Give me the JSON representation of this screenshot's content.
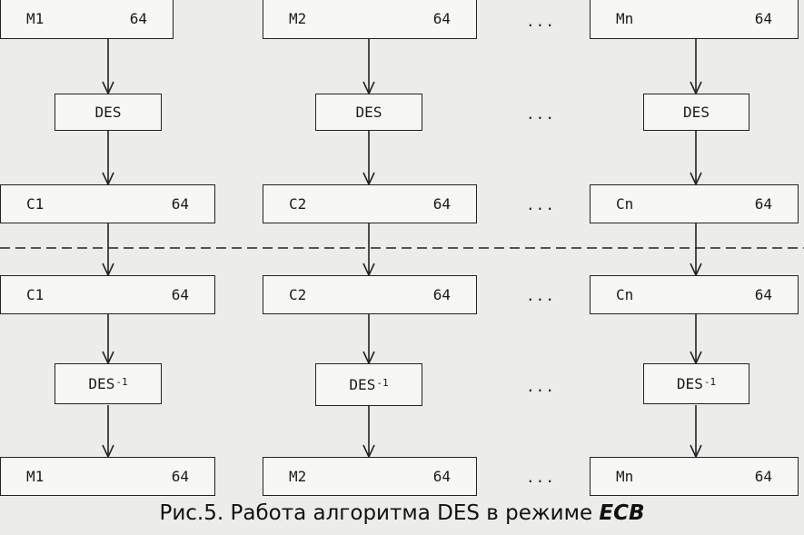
{
  "columns": [
    {
      "plain_in": {
        "label": "M1",
        "bits": "64"
      },
      "encrypt": {
        "label": "DES"
      },
      "cipher_out": {
        "label": "C1",
        "bits": "64"
      },
      "cipher_in": {
        "label": "C1",
        "bits": "64"
      },
      "decrypt": {
        "label": "DES",
        "sup": "-1"
      },
      "plain_out": {
        "label": "M1",
        "bits": "64"
      }
    },
    {
      "plain_in": {
        "label": "M2",
        "bits": "64"
      },
      "encrypt": {
        "label": "DES"
      },
      "cipher_out": {
        "label": "C2",
        "bits": "64"
      },
      "cipher_in": {
        "label": "C2",
        "bits": "64"
      },
      "decrypt": {
        "label": "DES",
        "sup": "-1"
      },
      "plain_out": {
        "label": "M2",
        "bits": "64"
      }
    },
    {
      "plain_in": {
        "label": "Mn",
        "bits": "64"
      },
      "encrypt": {
        "label": "DES"
      },
      "cipher_out": {
        "label": "Cn",
        "bits": "64"
      },
      "cipher_in": {
        "label": "Cn",
        "bits": "64"
      },
      "decrypt": {
        "label": "DES",
        "sup": "-1"
      },
      "plain_out": {
        "label": "Mn",
        "bits": "64"
      }
    }
  ],
  "ellipsis": "...",
  "caption": {
    "prefix": "Рис.5. Работа алгоритма DES в режиме ",
    "mode": "ECB"
  },
  "colors": {
    "background": "#ececea",
    "box_fill": "#f7f7f5",
    "line": "#222222"
  }
}
